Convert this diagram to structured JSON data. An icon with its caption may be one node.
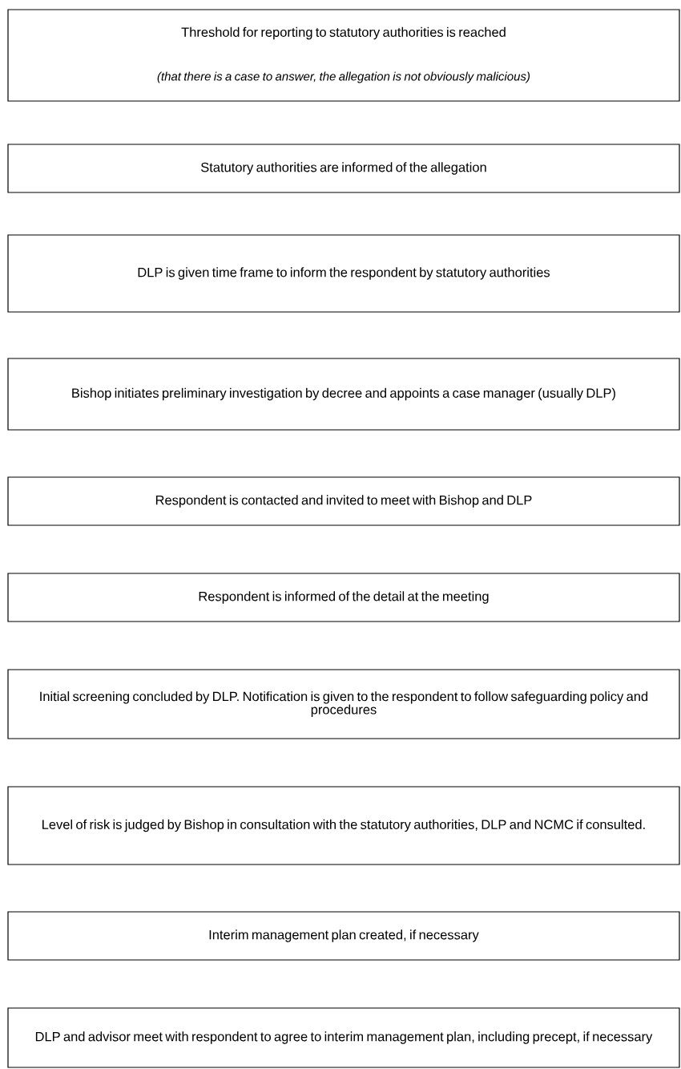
{
  "diagram": {
    "nodes": [
      {
        "text": [
          "Threshold for reporting to statutory authorities is reached",
          "(that there is a case to answer, the allegation is not obviously malicious)"
        ]
      },
      {
        "text": [
          "Statutory authorities are informed of the allegation"
        ]
      },
      {
        "text": [
          "DLP is given time frame to inform the respondent by statutory authorities"
        ]
      },
      {
        "text": [
          "Bishop initiates preliminary investigation by decree and appoints a case manager (usually DLP)"
        ]
      },
      {
        "text": [
          "Respondent is contacted and invited to meet with Bishop and DLP"
        ]
      },
      {
        "text": [
          "Respondent is informed of the detail at the meeting"
        ]
      },
      {
        "text": [
          "Initial screening concluded by DLP. Notification is given to the respondent to follow safeguarding policy and procedures"
        ]
      },
      {
        "text": [
          "Level of risk is judged by Bishop in consultation with the statutory authorities, DLP and NCMC if consulted."
        ]
      },
      {
        "text": [
          "Interim management plan created, if necessary"
        ]
      },
      {
        "text": [
          "DLP and advisor meet with respondent to agree to interim management plan, including precept, if necessary"
        ]
      }
    ]
  }
}
